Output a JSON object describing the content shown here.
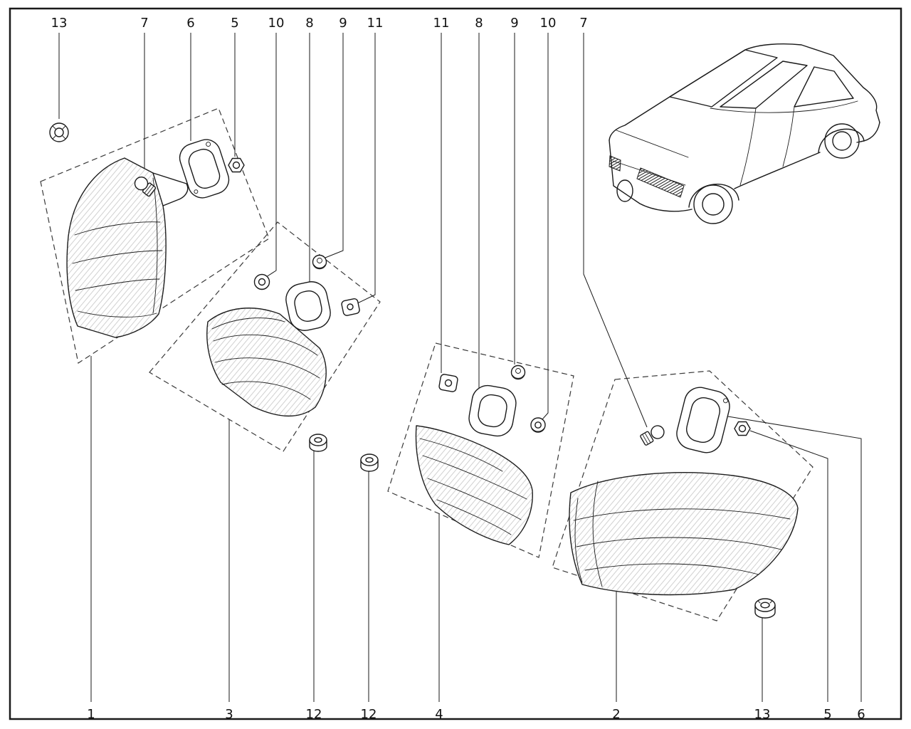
{
  "colors": {
    "background": "#ffffff",
    "line": "#1a1a1a"
  },
  "callouts": {
    "top": [
      "13",
      "7",
      "6",
      "5",
      "10",
      "8",
      "9",
      "11",
      "11",
      "8",
      "9",
      "10",
      "7"
    ],
    "bottom": [
      "1",
      "3",
      "12",
      "12",
      "4",
      "2",
      "13",
      "5",
      "6"
    ]
  }
}
